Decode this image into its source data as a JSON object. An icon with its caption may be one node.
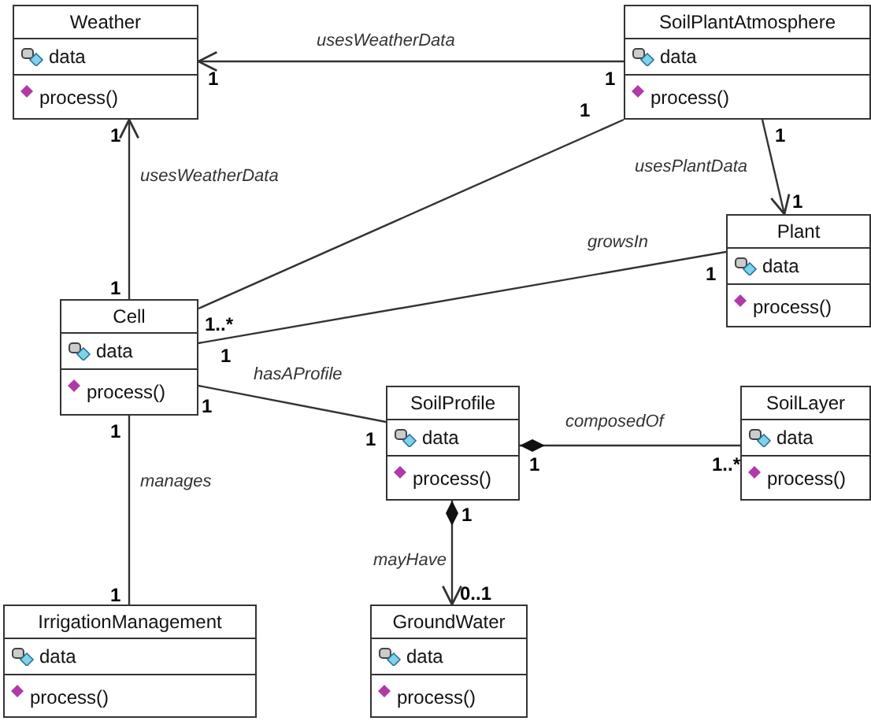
{
  "diagram": {
    "nodes": [
      {
        "text": [
          "Weather",
          "data",
          "process()"
        ]
      },
      {
        "text": [
          "SoilPlantAtmosphere",
          "data",
          "process()"
        ]
      },
      {
        "text": [
          "Plant",
          "data",
          "process()"
        ]
      },
      {
        "text": [
          "Cell",
          "data",
          "process()"
        ]
      },
      {
        "text": [
          "SoilProfile",
          "data",
          "process()"
        ]
      },
      {
        "text": [
          "SoilLayer",
          "data",
          "process()"
        ]
      },
      {
        "text": [
          "IrrigationManagement",
          "data",
          "process()"
        ]
      },
      {
        "text": [
          "GroundWater",
          "data",
          "process()"
        ]
      }
    ],
    "edges": [
      {
        "from": 1,
        "to": 0,
        "arrow": "to",
        "label": "usesWeatherData"
      },
      {
        "from": 3,
        "to": 0,
        "arrow": "to",
        "label": "usesWeatherData"
      },
      {
        "from": 3,
        "to": 1,
        "arrow": "none"
      },
      {
        "from": 1,
        "to": 2,
        "arrow": "to",
        "label": "usesPlantData"
      },
      {
        "from": 3,
        "to": 2,
        "arrow": "none",
        "label": "growsIn"
      },
      {
        "from": 3,
        "to": 4,
        "arrow": "none",
        "label": "hasAProfile"
      },
      {
        "from": 4,
        "to": 5,
        "arrow": "other",
        "label": "composedOf"
      },
      {
        "from": 4,
        "to": 7,
        "arrow": "to",
        "label": "mayHave"
      },
      {
        "from": 3,
        "to": 6,
        "arrow": "none",
        "label": "manages"
      }
    ],
    "labels": [
      "1",
      "1",
      "1",
      "1",
      "1",
      "1",
      "1",
      "1..*",
      "1",
      "1",
      "1",
      "1",
      "1",
      "1..*",
      "1",
      "1",
      "0..1",
      "1"
    ]
  }
}
